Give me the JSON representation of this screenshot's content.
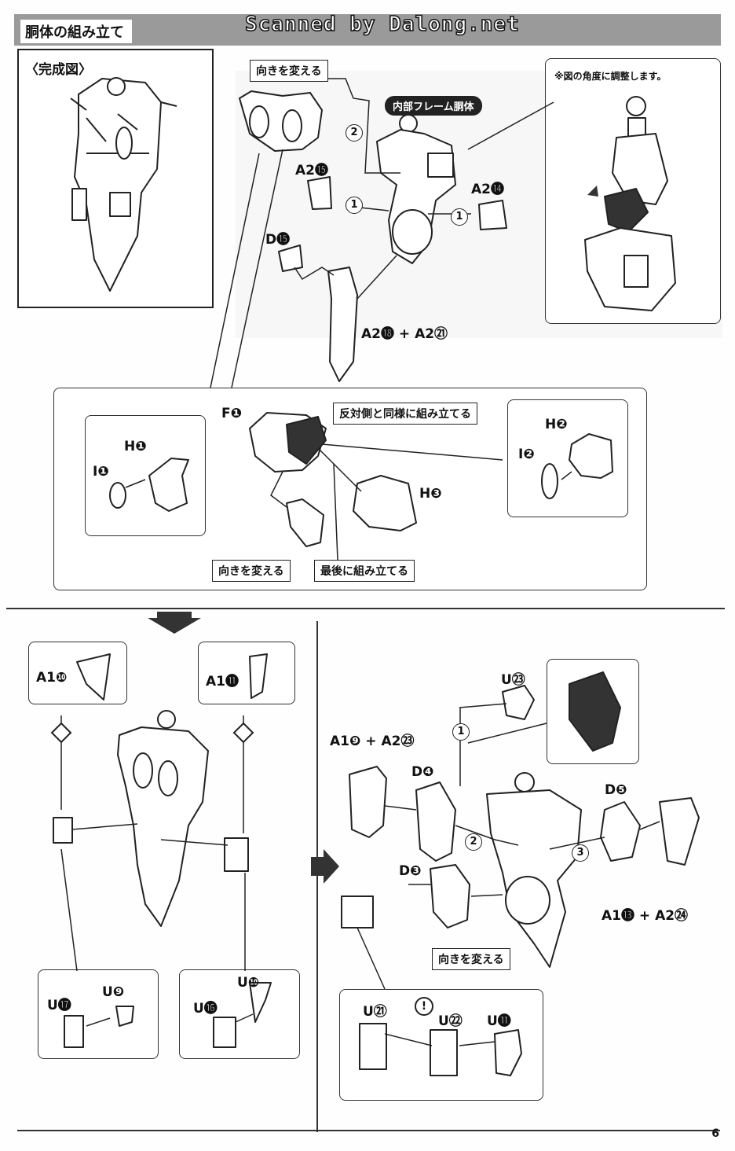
{
  "header": {
    "title": "胴体の組み立て",
    "watermark": "Scanned by Dalong.net"
  },
  "completed": {
    "label": "〈完成図〉"
  },
  "labels": {
    "turn1": "向きを変える",
    "frame": "内部フレーム胴体",
    "note": "※図の角度に調整します。",
    "sameOther": "反対側と同様に組み立てる",
    "turn2": "向きを変える",
    "last": "最後に組み立てる",
    "turn3": "向きを変える"
  },
  "codes": {
    "a2_15": "A2⓯",
    "a2_14": "A2⓮",
    "d15": "D⓯",
    "a2_18_21": "A2⓲ + A2㉑",
    "f1": "F❶",
    "h1": "H❶",
    "i1": "I❶",
    "h2": "H❷",
    "i2": "I❷",
    "h3": "H❸",
    "a1_10": "A1❿",
    "a1_11": "A1⓫",
    "u17": "U⓱",
    "u9": "U❾",
    "u16": "U⓰",
    "u10": "U❿",
    "u23": "U㉓",
    "a1_9_a2_23": "A1❾ + A2㉓",
    "d4": "D❹",
    "d5": "D❺",
    "d3": "D❸",
    "a1_13_a2_24": "A1⓭ + A2㉔",
    "u21": "U㉑",
    "u22": "U㉒",
    "u11": "U⓫"
  },
  "steps": {
    "s1a": "1",
    "s1b": "1",
    "s2": "2",
    "s1c": "1",
    "s2b": "2",
    "s3": "3"
  },
  "caution": "!",
  "page_number": "6"
}
